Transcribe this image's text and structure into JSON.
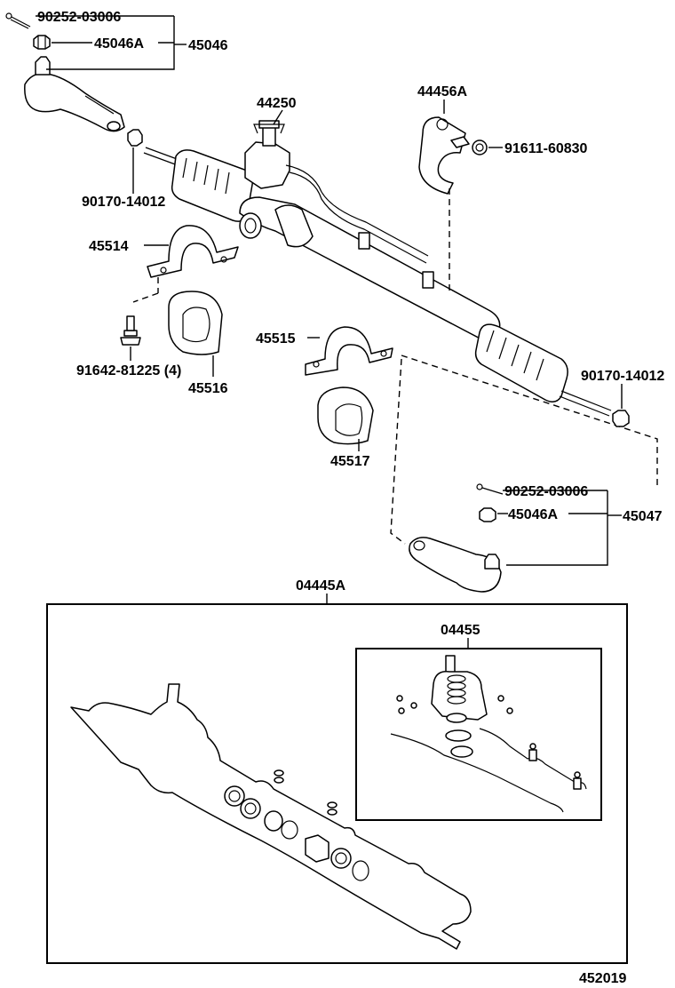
{
  "diagram_id": "452019",
  "callouts": {
    "cotter_pin_top": "90252-03006",
    "nut_top": "45046A",
    "tie_rod_end_lh": "45046",
    "gear_assy": "44250",
    "bracket_44456": "44456A",
    "nut_bracket": "91611-60830",
    "lock_nut_lh": "90170-14012",
    "bracket_lh": "45514",
    "bolt": "91642-81225 (4)",
    "grommet_lh": "45516",
    "bracket_rh": "45515",
    "grommet_rh": "45517",
    "lock_nut_rh": "90170-14012",
    "cotter_pin_bottom": "90252-03006",
    "nut_bottom": "45046A",
    "tie_rod_end_rh": "45047",
    "gasket_kit": "04445A",
    "kit_sub": "04455"
  }
}
